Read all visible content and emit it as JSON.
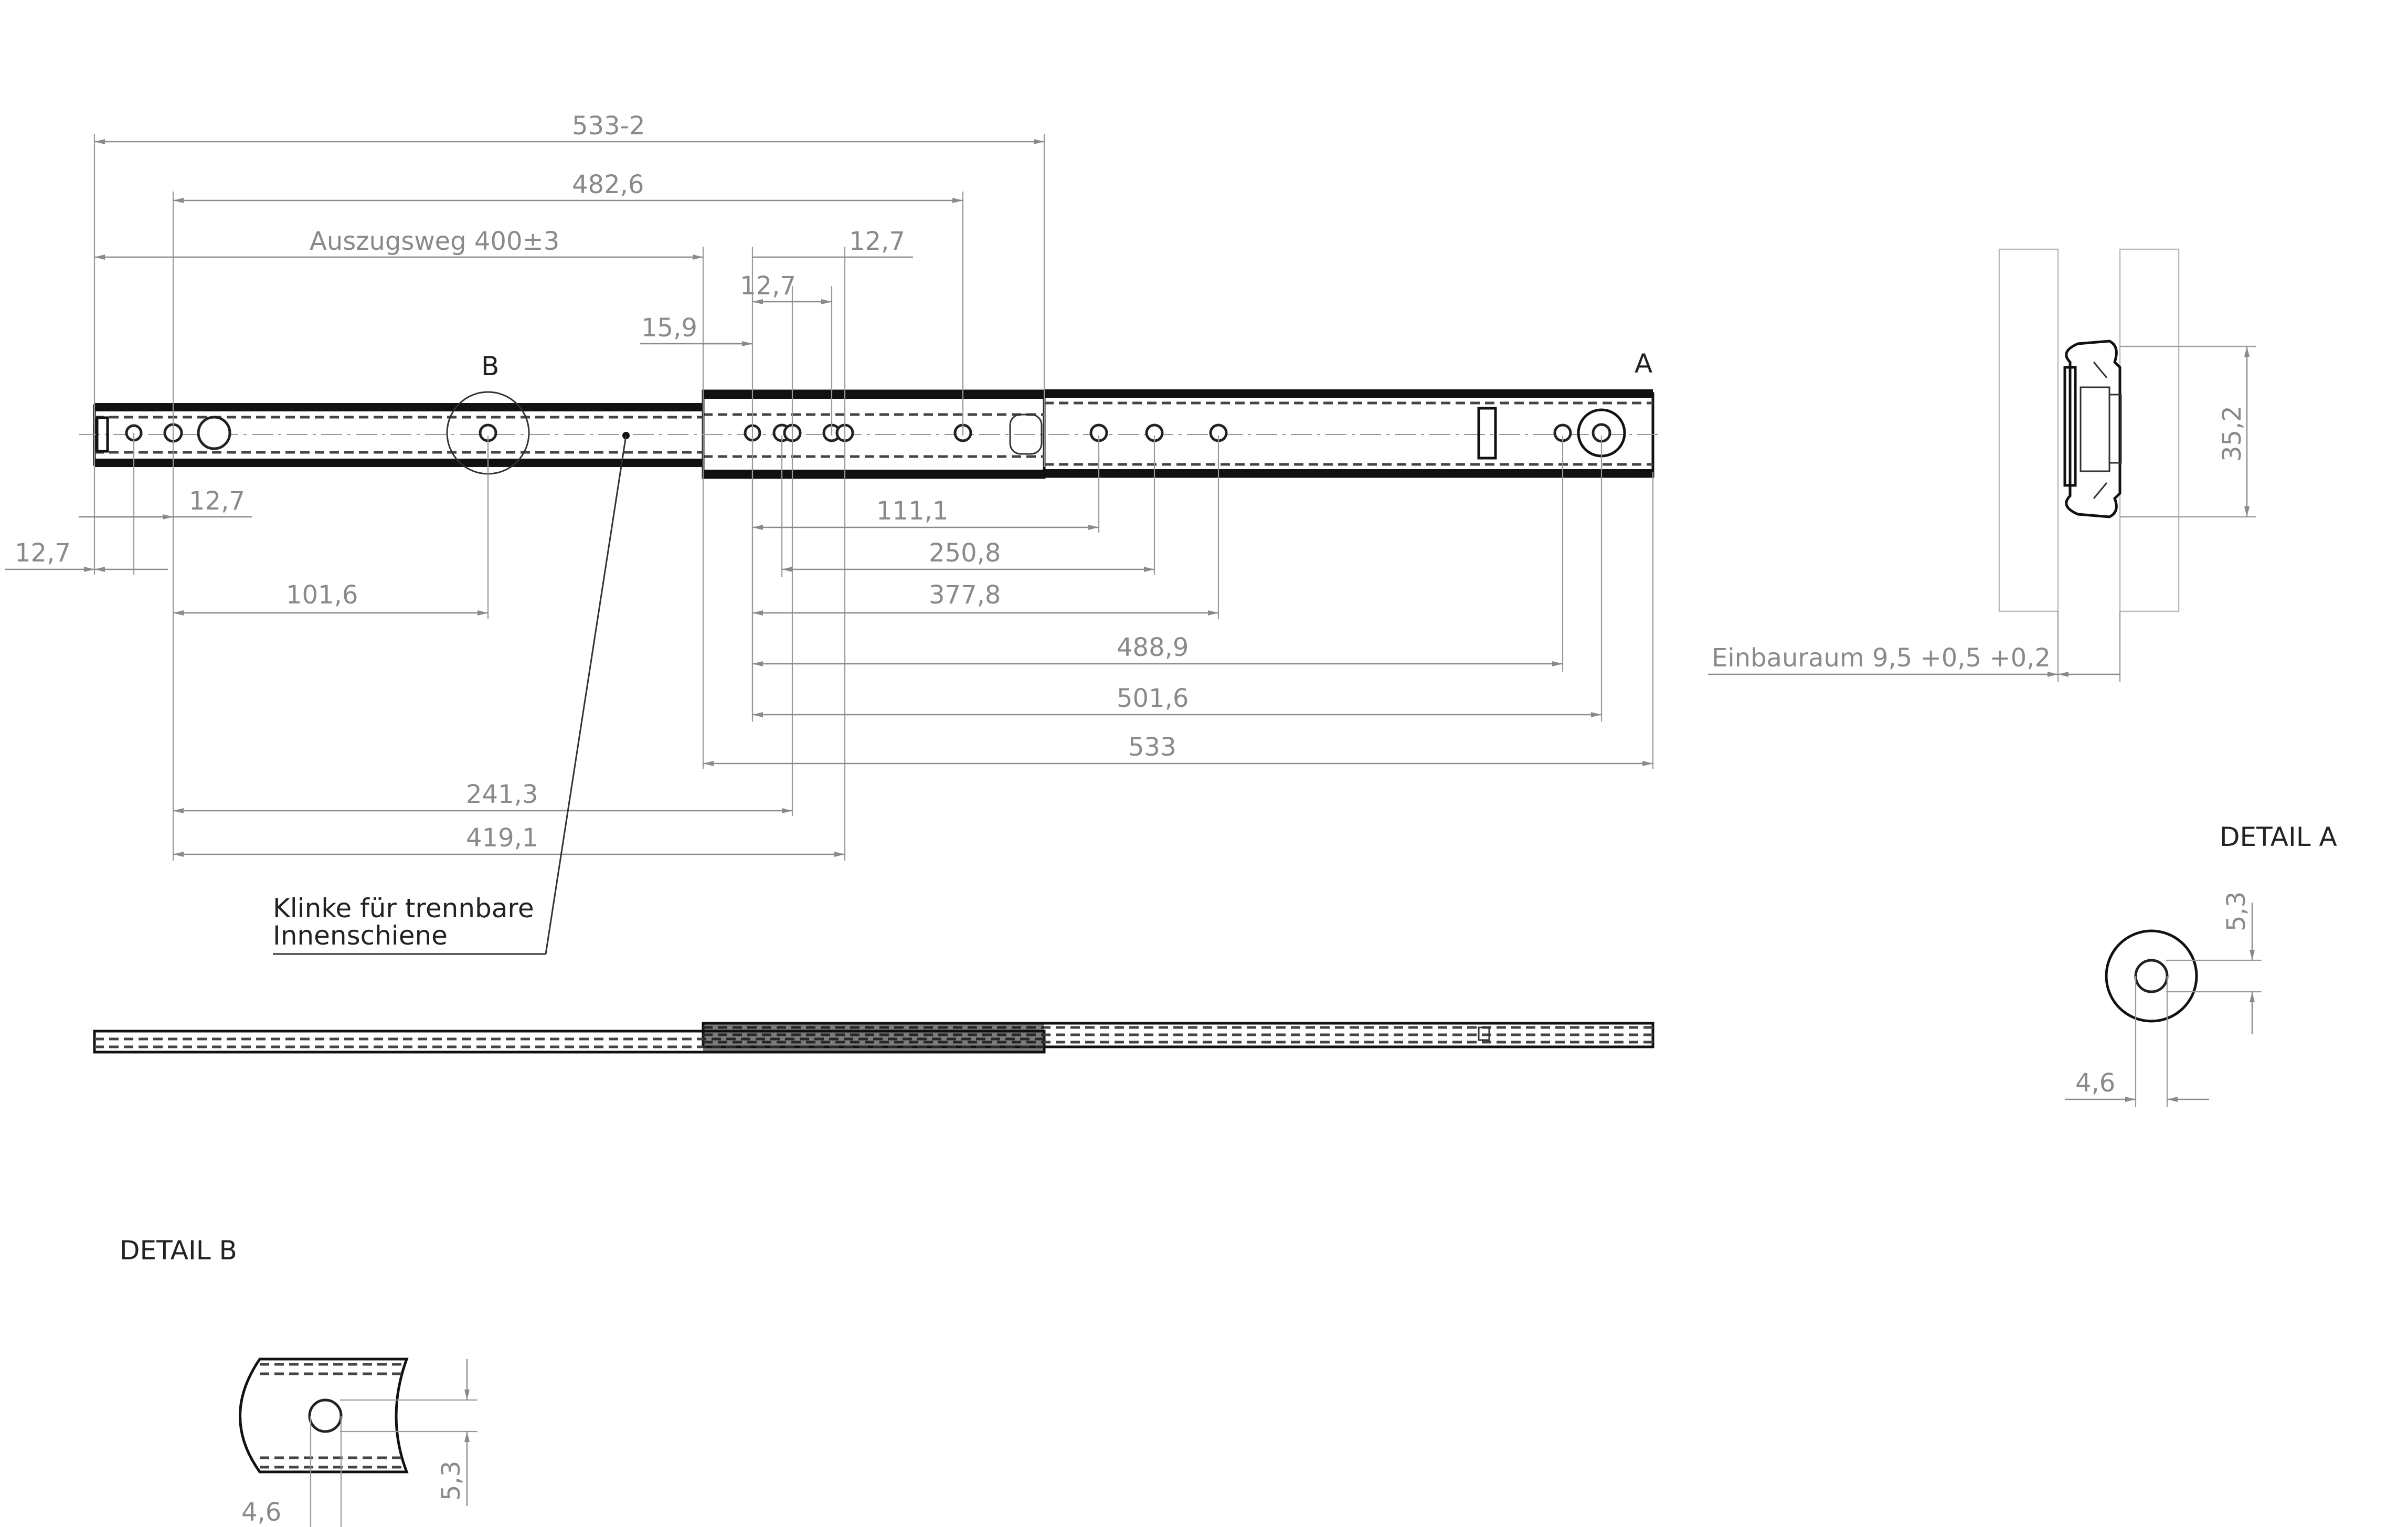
{
  "dimensions": {
    "overall_length": "533-2",
    "hole_span": "482,6",
    "travel": "Auszugsweg 400±3",
    "pitch_top_right": "12,7",
    "pitch_top_mid": "12,7",
    "offset_15_9": "15,9",
    "front_offset": "12,7",
    "front_edge": "12,7",
    "to_hole_b": "101,6",
    "d_111_1": "111,1",
    "d_250_8": "250,8",
    "d_377_8": "377,8",
    "d_488_9": "488,9",
    "d_501_6": "501,6",
    "d_533": "533",
    "d_241_3": "241,3",
    "d_419_1": "419,1",
    "height_35_2": "35,2",
    "installation_space": "Einbauraum 9,5 +0,5 +0,2",
    "detail_a_vertical": "5,3",
    "detail_a_horizontal": "4,6",
    "detail_b_vertical": "5,3",
    "detail_b_horizontal": "4,6"
  },
  "labels": {
    "marker_a": "A",
    "marker_b": "B",
    "latch_line1": "Klinke für trennbare",
    "latch_line2": "Innenschiene",
    "detail_a_title": "DETAIL A",
    "detail_b_title": "DETAIL B"
  }
}
